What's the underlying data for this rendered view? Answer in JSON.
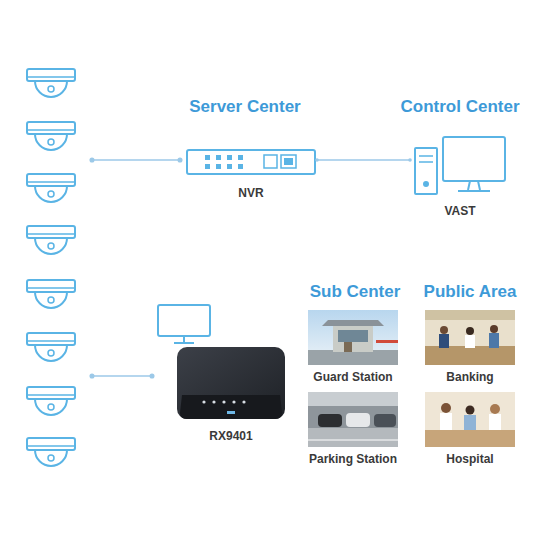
{
  "diagram": {
    "nodes": [
      {
        "text": [
          "NVR"
        ]
      },
      {
        "text": [
          "VAST"
        ]
      },
      {
        "text": [
          "RX9401"
        ]
      },
      {
        "text": [
          "Guard Station"
        ]
      },
      {
        "text": [
          "Banking"
        ]
      },
      {
        "text": [
          "Parking Station"
        ]
      },
      {
        "text": [
          "Hospital"
        ]
      }
    ],
    "edges": [
      {
        "from": 0,
        "to": 1,
        "arrow": "none"
      }
    ],
    "labels": [
      "Server Center",
      "Control Center",
      "Sub Center",
      "Public Area"
    ]
  }
}
